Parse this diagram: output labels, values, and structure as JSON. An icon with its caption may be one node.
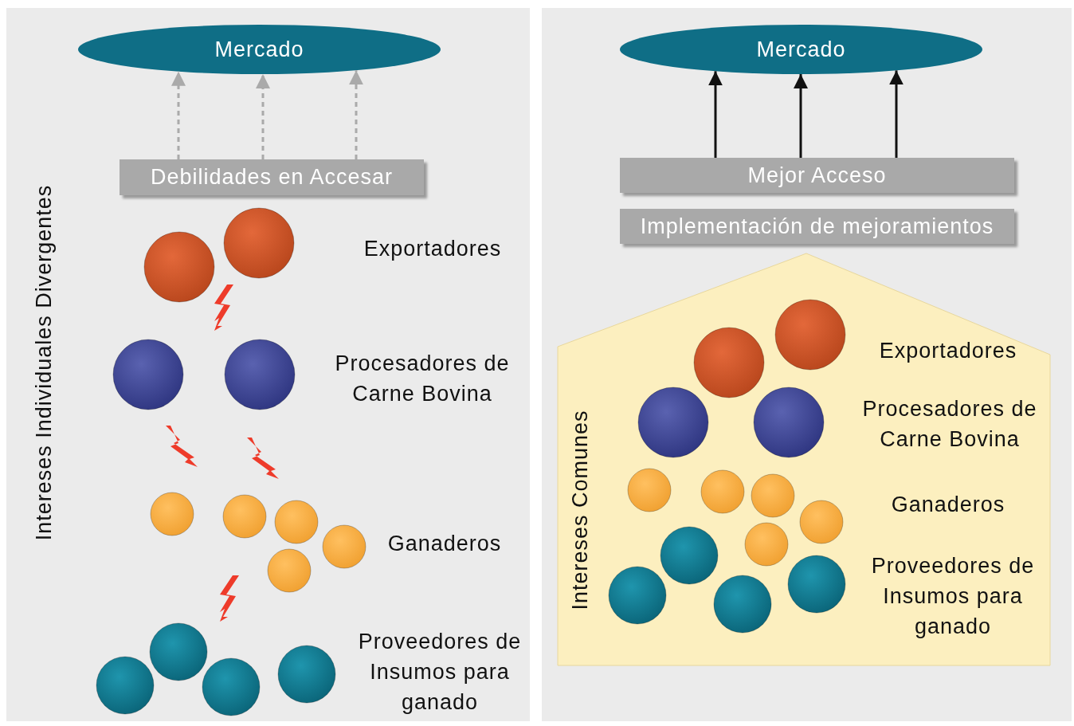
{
  "diagram": {
    "nodes": [
      {
        "text": [
          "Mercado"
        ]
      },
      {
        "text": [
          "Debilidades en Accesar"
        ]
      },
      {
        "text": [
          "Mercado"
        ]
      },
      {
        "text": [
          "Mejor Acceso"
        ]
      },
      {
        "text": [
          "Implementación de mejoramientos"
        ]
      },
      {
        "text": [
          "Intereses Comunes",
          "Exportadores",
          "Procesadores de Carne Bovina",
          "Ganaderos",
          "Proveedores de Insumos para ganado"
        ]
      }
    ],
    "edges": [
      {
        "from": 1,
        "to": 0,
        "arrow": "to",
        "style": "dashed",
        "color": "#aaaaaa"
      },
      {
        "from": 1,
        "to": 0,
        "arrow": "to",
        "style": "dashed",
        "color": "#aaaaaa"
      },
      {
        "from": 1,
        "to": 0,
        "arrow": "to",
        "style": "dashed",
        "color": "#aaaaaa"
      },
      {
        "from": 3,
        "to": 2,
        "arrow": "to",
        "color": "#111111"
      },
      {
        "from": 3,
        "to": 2,
        "arrow": "to",
        "color": "#111111"
      },
      {
        "from": 3,
        "to": 2,
        "arrow": "to",
        "color": "#111111"
      }
    ],
    "labels": [
      "Intereses Individuales Divergentes",
      "Exportadores",
      "Procesadores de Carne Bovina",
      "Ganaderos",
      "Proveedores de Insumos para ganado"
    ]
  }
}
